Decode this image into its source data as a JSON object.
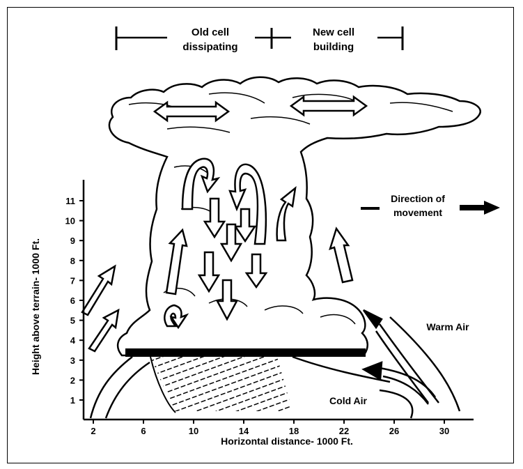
{
  "bracket": {
    "old_cell_line1": "Old cell",
    "old_cell_line2": "dissipating",
    "new_cell_line1": "New cell",
    "new_cell_line2": "building"
  },
  "labels": {
    "direction_line1": "Direction of",
    "direction_line2": "movement",
    "warm_air": "Warm Air",
    "cold_air": "Cold Air"
  },
  "axes": {
    "y_label": "Height above terrain- 1000 Ft.",
    "x_label": "Horizontal distance- 1000 Ft.",
    "y_ticks": [
      "1",
      "2",
      "3",
      "4",
      "5",
      "6",
      "7",
      "8",
      "9",
      "10",
      "11"
    ],
    "x_ticks": [
      "2",
      "6",
      "10",
      "14",
      "18",
      "22",
      "26",
      "30"
    ]
  }
}
